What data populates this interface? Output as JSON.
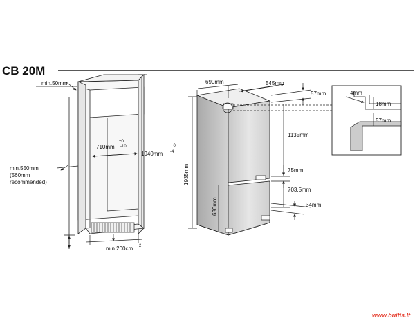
{
  "title": "CB 20M",
  "watermark": "www.buitis.lt",
  "left_diagram": {
    "min_top": "min.50mm",
    "width_main": "710mm",
    "width_tol_plus": "+0",
    "width_tol_minus": "-10",
    "height_main": "1940mm",
    "height_tol_plus": "+0",
    "height_tol_minus": "-4",
    "min_depth": "min.550mm",
    "depth_recommended_1": "(560mm",
    "depth_recommended_2": "recommended)",
    "vent": "min.200cm",
    "vent_exp": "2"
  },
  "right_diagram": {
    "depth_690": "690mm",
    "width_545": "545mm",
    "gap_57_top": "57mm",
    "height_1135": "1135mm",
    "height_1935": "1935mm",
    "gap_75": "75mm",
    "height_7035": "703,5mm",
    "height_630": "630mm",
    "gap_34": "34mm"
  },
  "detail": {
    "dim_4": "4mm",
    "dim_18": "18mm",
    "dim_57": "57mm"
  },
  "colors": {
    "line": "#222222",
    "appliance_fill": "#dcdcdc",
    "appliance_side": "#bdbdbd",
    "watermark": "#e53b2c"
  }
}
